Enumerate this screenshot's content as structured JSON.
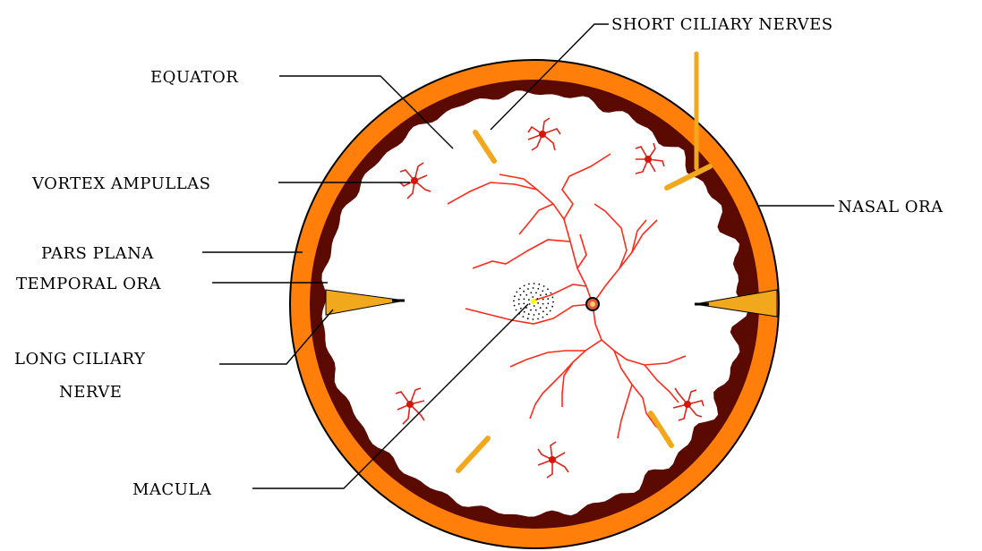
{
  "labels": {
    "equator": "EQUATOR",
    "short_ciliary_nerves": "SHORT CILIARY NERVES",
    "vortex_ampullas": "VORTEX AMPULLAS",
    "nasal_ora": "NASAL ORA",
    "pars_plana": "PARS PLANA",
    "temporal_ora": "TEMPORAL ORA",
    "long_ciliary_nerve_line1": "LONG CILIARY",
    "long_ciliary_nerve_line2": "NERVE",
    "macula": "MACULA"
  },
  "colors": {
    "pars_plana_ring": "#ff7f0a",
    "ora_border": "#5a0a00",
    "retina": "#ffffff",
    "vessels": "#ff2a1a",
    "vortex": "#d4150c",
    "nerves": "#f2a81c",
    "macula_center": "#ffff00",
    "disc": "#c81e1e"
  },
  "icons": {
    "vortex": "vortex-ampulla-icon",
    "nerve": "ciliary-nerve-icon",
    "macula": "macula-dot-icon",
    "optic_disc": "optic-disc-icon"
  }
}
